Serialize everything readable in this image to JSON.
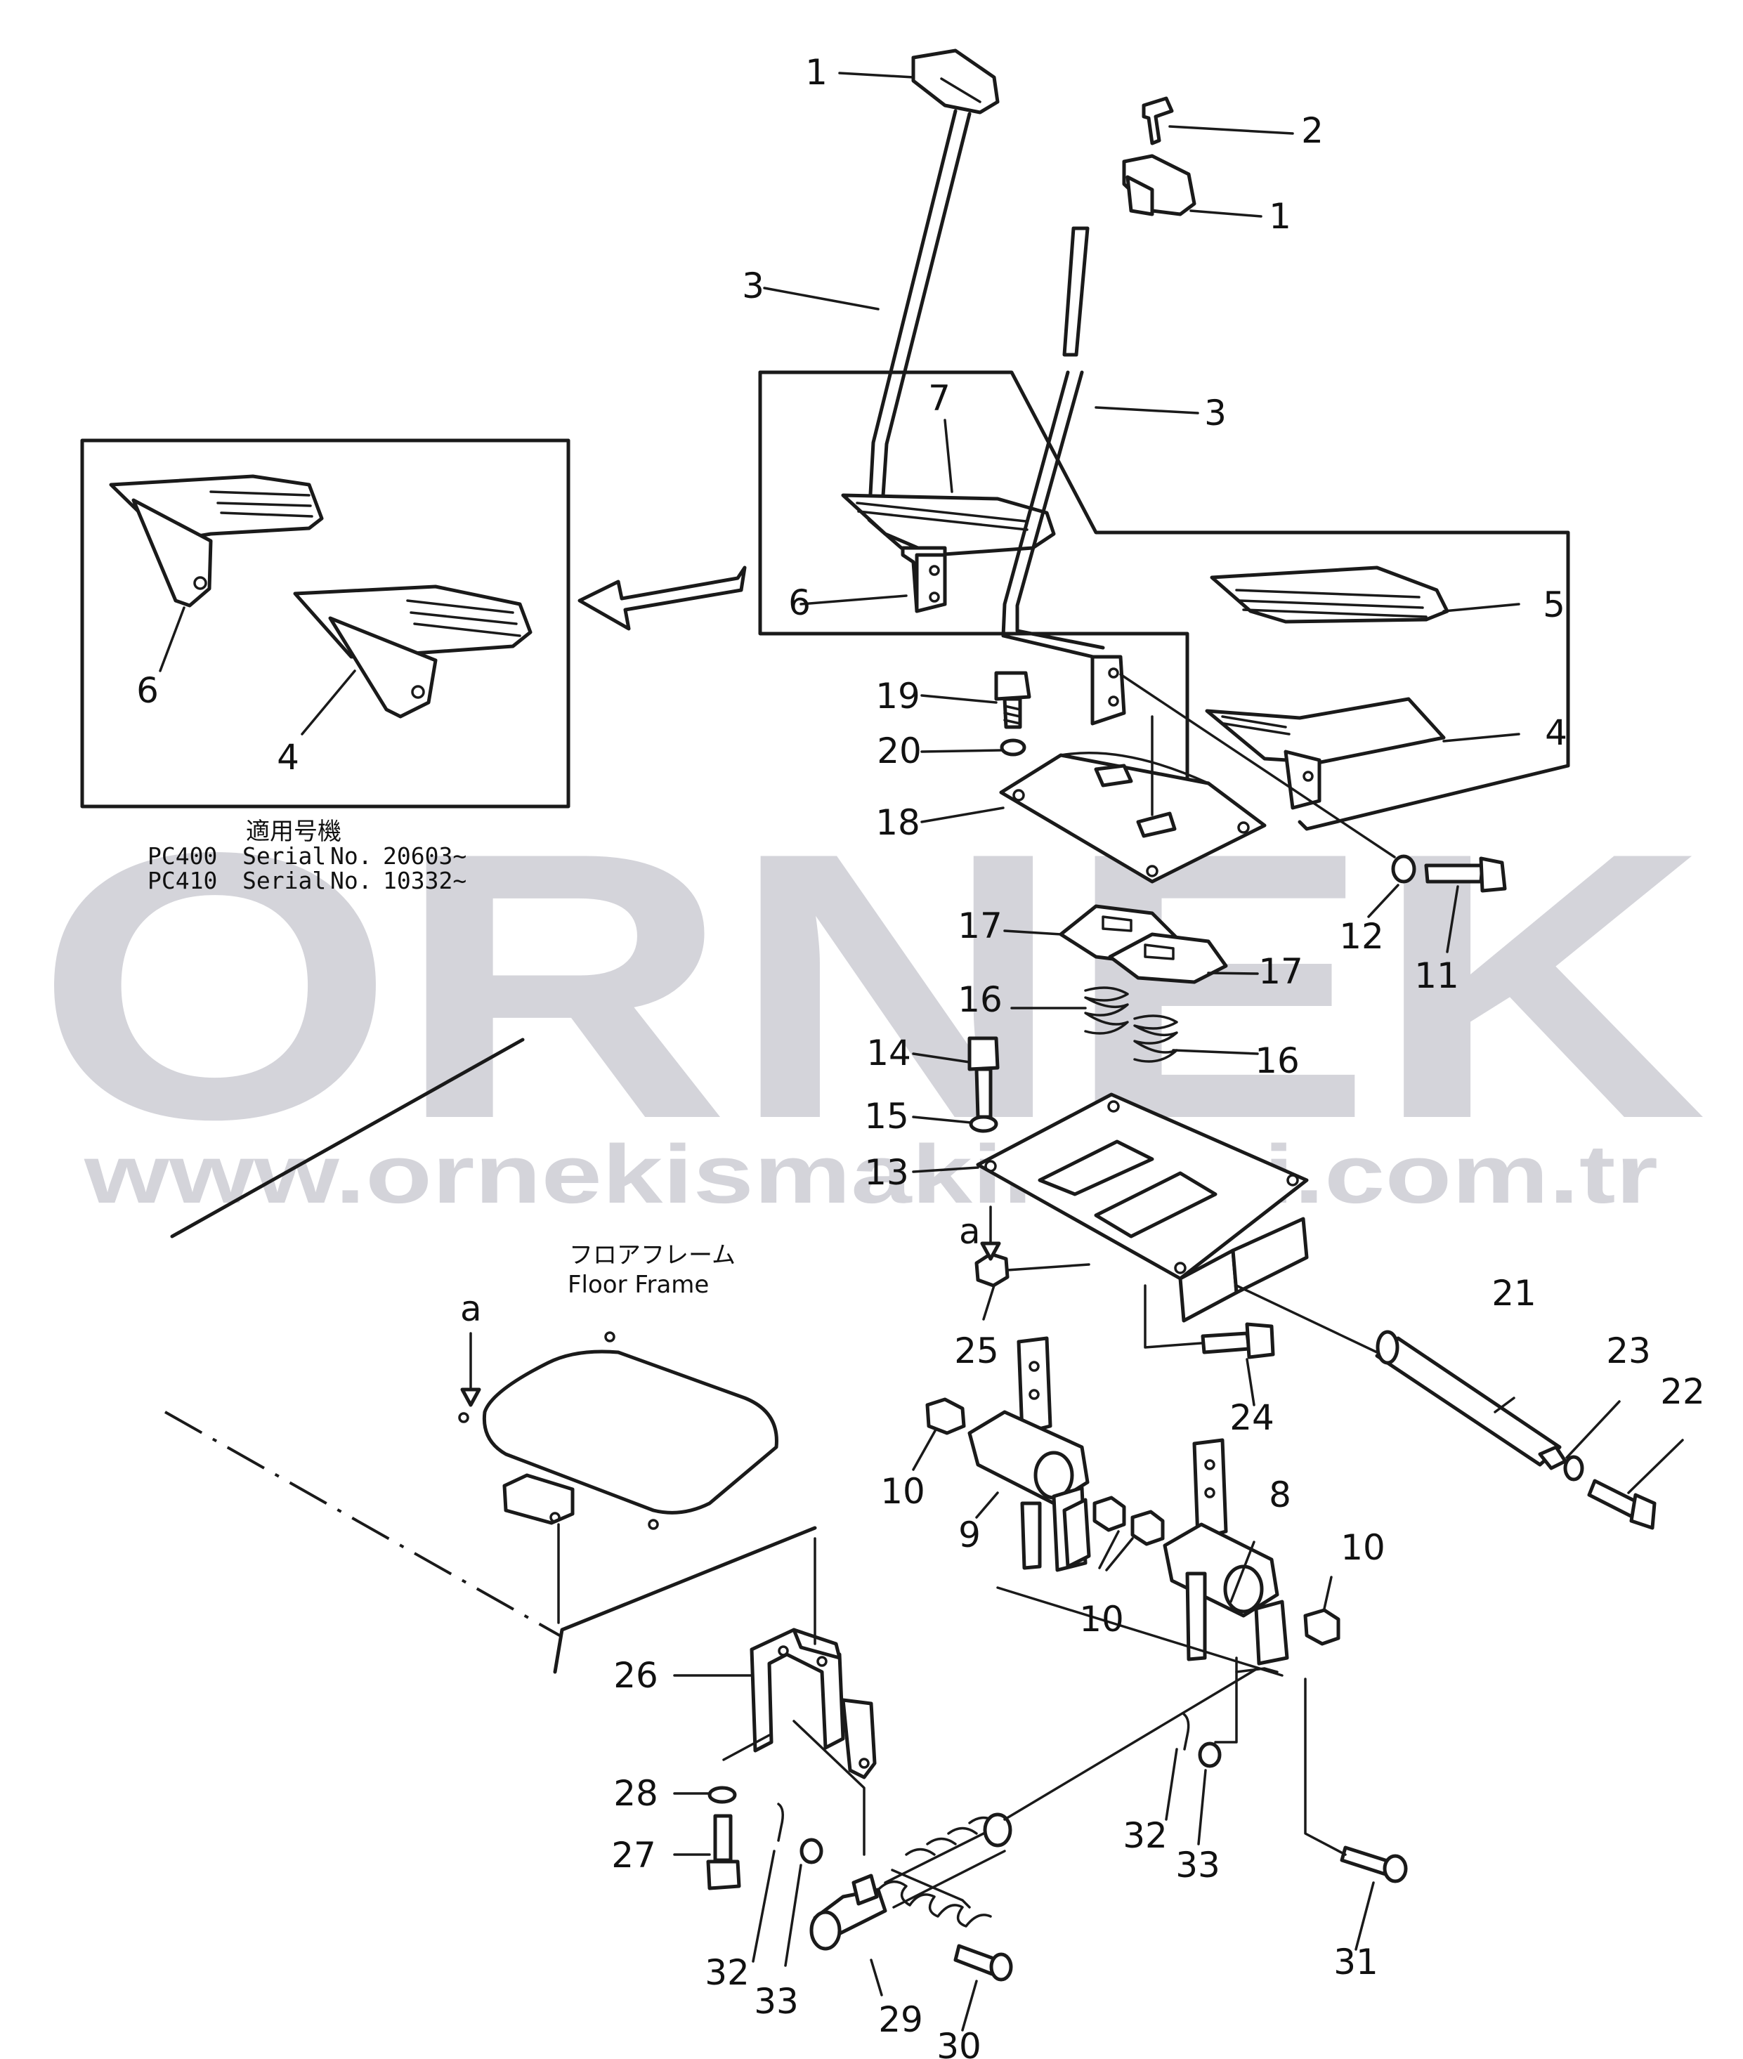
{
  "watermark": {
    "brand": "ORNEK",
    "url": "www.ornekismakinalari.com.tr",
    "color": "#d4d4da"
  },
  "inset": {
    "applicable_title": "適用号機",
    "rows": [
      {
        "model": "PC400",
        "serial_label": "Serial",
        "no_label": "No.",
        "number": "20603~"
      },
      {
        "model": "PC410",
        "serial_label": "Serial",
        "no_label": "No.",
        "number": "10332~"
      }
    ]
  },
  "floor_frame": {
    "label_jp": "フロアフレーム",
    "label_en": "Floor Frame"
  },
  "view_marker": "a",
  "callouts": {
    "c1a": "1",
    "c1b": "1",
    "c2": "2",
    "c3a": "3",
    "c3b": "3",
    "c4": "4",
    "c4i": "4",
    "c5": "5",
    "c6": "6",
    "c6i": "6",
    "c7": "7",
    "c8": "8",
    "c9": "9",
    "c10a": "10",
    "c10b": "10",
    "c10c": "10",
    "c11": "11",
    "c12": "12",
    "c13": "13",
    "c14": "14",
    "c15": "15",
    "c16a": "16",
    "c16b": "16",
    "c17a": "17",
    "c17b": "17",
    "c18": "18",
    "c19": "19",
    "c20": "20",
    "c21": "21",
    "c22": "22",
    "c23": "23",
    "c24": "24",
    "c25": "25",
    "c26": "26",
    "c27": "27",
    "c28": "28",
    "c29": "29",
    "c30": "30",
    "c31": "31",
    "c32a": "32",
    "c32b": "32",
    "c33a": "33",
    "c33b": "33"
  }
}
